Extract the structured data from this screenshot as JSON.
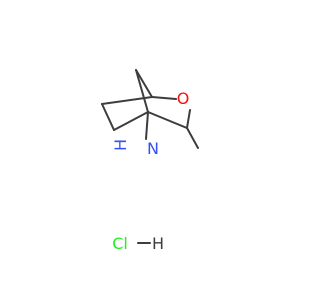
{
  "molecule": {
    "atoms": {
      "oxygen": "O",
      "amine_n": "N",
      "amine_h": "H",
      "chlorine": "Cl",
      "hydrogen": "H"
    }
  },
  "colors": {
    "bond": "#3d3d3d",
    "oxygen": "#ff0d0d",
    "nitrogen": "#3050f8",
    "chlorine": "#1ff01f",
    "hydrogen": "#3d3d3d"
  }
}
